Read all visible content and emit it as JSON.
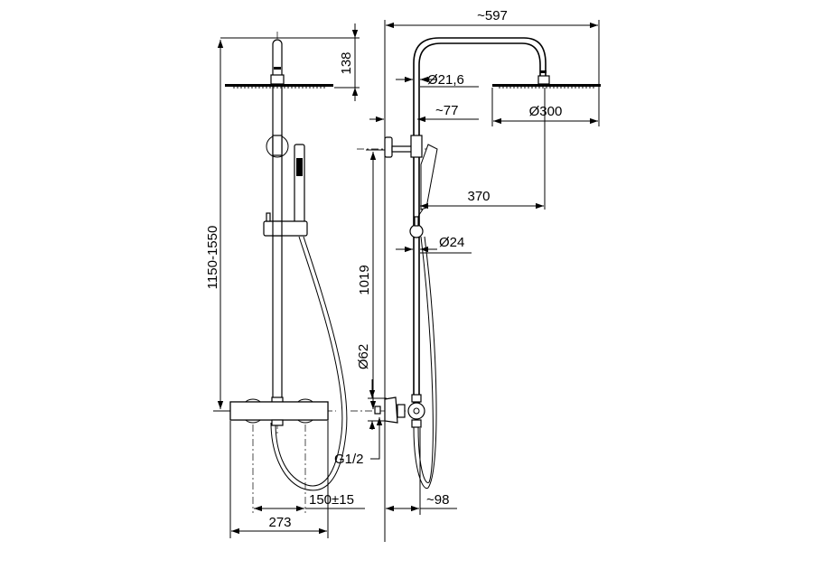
{
  "drawing": {
    "left_view": {
      "dim_height_range": "1150-1550",
      "dim_head_height": "138",
      "dim_hose_offset": "150±15",
      "dim_bar_width": "273"
    },
    "right_view": {
      "dim_total_depth": "~597",
      "dim_pipe_diameter": "Ø21,6",
      "dim_wall_offset": "~77",
      "dim_head_diameter": "Ø300",
      "dim_arm_reach": "370",
      "dim_riser_diameter": "Ø24",
      "dim_bracket_height": "1019",
      "dim_escutcheon_diameter": "Ø62",
      "dim_thread": "G1/2",
      "dim_bar_depth": "~98"
    },
    "line_color": "#000000",
    "background": "#ffffff"
  }
}
